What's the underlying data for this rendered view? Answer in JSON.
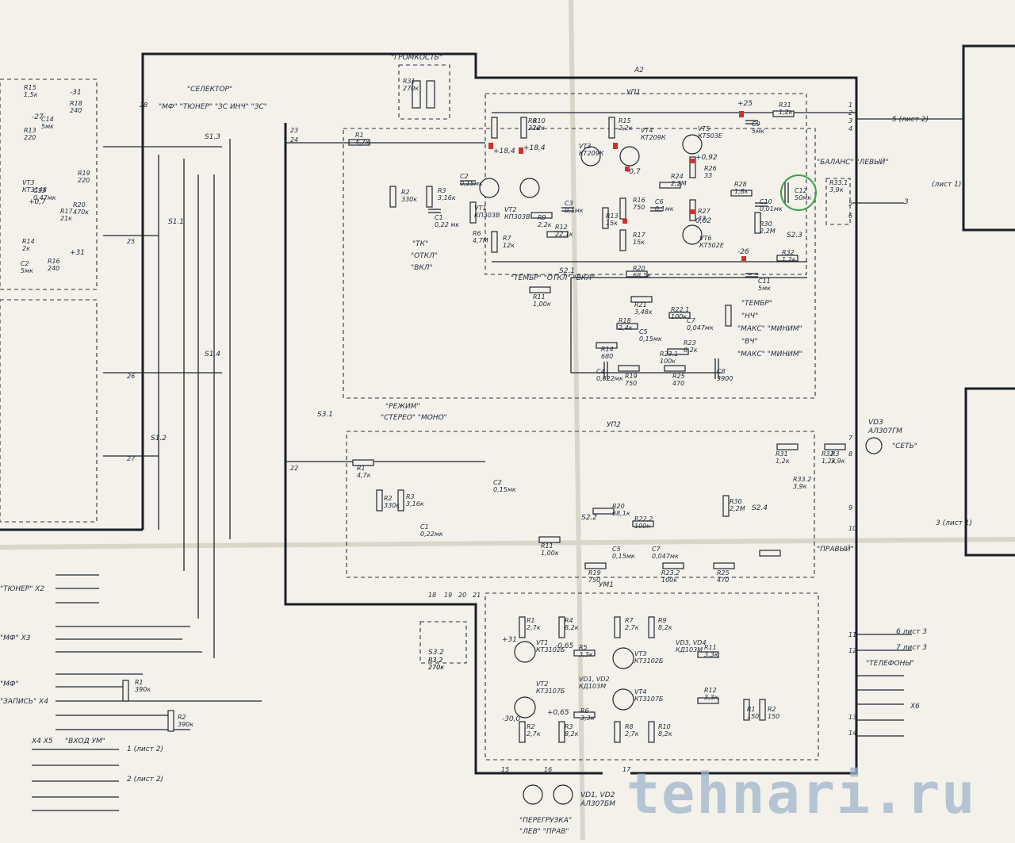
{
  "watermark": "tehnari.ru",
  "blocks": {
    "a2": "A2",
    "up1": "УП1",
    "up2": "УП2",
    "um1": "УМ1"
  },
  "controls": {
    "volume": "\"ГРОМКОСТЬ\"",
    "selector": "\"СЕЛЕКТОР\"",
    "selector_positions": "\"МФ\"  \"ТЮНЕР\"  \"ЗС ИНЧ\" \"ЗС\"",
    "tk_off_on": [
      "\"ТК\"",
      "\"ОТКЛ\"",
      "\"ВКЛ\""
    ],
    "timbre_off_on": "\"ТЕМБР\"      \"ОТКЛ\" \"ВКЛ\"",
    "timbre_labels": [
      "\"ТЕМБР\"",
      "\"НЧ\"",
      "\"МАКС\" \"МИНИМ\"",
      "\"ВЧ\"",
      "\"МАКС\" \"МИНИМ\""
    ],
    "balance_left": "\"БАЛАНС\" \"ЛЕВЫЙ\"",
    "balance_right": "\"ПРАВЫЙ\"",
    "mode": "\"РЕЖИМ\"",
    "mode_positions": "\"СТЕРЕО\" \"МОНО\"",
    "network": "\"СЕТЬ\"",
    "phones": "\"ТЕЛЕФОНЫ\"",
    "overload": "\"ПЕРЕГРУЗКА\"",
    "overload_sides": "\"ЛЕВ\"      \"ПРАВ\"",
    "input_um": "\"ВХОД УМ\"",
    "vd_power": "VD3\nАЛ307ГМ",
    "vd_overload": "VD1, VD2\nАЛ307БМ"
  },
  "connectors": {
    "x2": "\"ТЮНЕР\" X2",
    "x3": "\"МФ\"   X3",
    "x4_mf": "\"МФ\"",
    "x4": "\"ЗАПИСЬ\"  X4",
    "x4x5": "X4 X5",
    "x6": "X6",
    "sheet_refs": [
      "5 (лист 2)",
      "(лист 1)",
      "1 (лист 2)",
      "2 (лист 2)",
      "6 лист 3",
      "7 лист 3",
      "3 (лист 1)",
      "3"
    ]
  },
  "switches": [
    "S1.1",
    "S1.2",
    "S1.3",
    "S1.4",
    "S2.1",
    "S2.2",
    "S2.3",
    "S2.4",
    "S3.1",
    "S3.2"
  ],
  "voltages": [
    "-31",
    "-27",
    "+0,7",
    "+31",
    "+25",
    "-26",
    "+18,4",
    "+18,4",
    "+0,92",
    "-0,7",
    "0,02",
    "-0,65",
    "+0,65",
    "+31",
    "-30,0"
  ],
  "components_up1": [
    {
      "ref": "R1",
      "val": "4,7к"
    },
    {
      "ref": "R2",
      "val": "330к"
    },
    {
      "ref": "R3",
      "val": "3,16к"
    },
    {
      "ref": "C1",
      "val": "0,22 мк"
    },
    {
      "ref": "C2",
      "val": "0,15мк"
    },
    {
      "ref": "VT1",
      "val": "КП303В"
    },
    {
      "ref": "VT2",
      "val": "КП303В"
    },
    {
      "ref": "R6",
      "val": "4,7М"
    },
    {
      "ref": "R7",
      "val": "12к"
    },
    {
      "ref": "R8",
      "val": "22к"
    },
    {
      "ref": "R9",
      "val": "2,2к"
    },
    {
      "ref": "R10",
      "val": "12к"
    },
    {
      "ref": "VT3",
      "val": "КТ209К"
    },
    {
      "ref": "C3",
      "val": "0,1мк"
    },
    {
      "ref": "R12",
      "val": "22,1к"
    },
    {
      "ref": "R13",
      "val": "15к"
    },
    {
      "ref": "R15",
      "val": "2,2к"
    },
    {
      "ref": "VT4",
      "val": "КТ209К"
    },
    {
      "ref": "R16",
      "val": "750"
    },
    {
      "ref": "C6",
      "val": "0,1мк"
    },
    {
      "ref": "R17",
      "val": "15к"
    },
    {
      "ref": "VT5",
      "val": "КТ503Е"
    },
    {
      "ref": "R24",
      "val": "2,2М"
    },
    {
      "ref": "R26",
      "val": "33"
    },
    {
      "ref": "R27",
      "val": "33"
    },
    {
      "ref": "VT6",
      "val": "КТ502Е"
    },
    {
      "ref": "R28",
      "val": "1,8к"
    },
    {
      "ref": "C10",
      "val": "0,01мк"
    },
    {
      "ref": "R30",
      "val": "2,2М"
    },
    {
      "ref": "C12",
      "val": "50мк"
    },
    {
      "ref": "C9",
      "val": "5мк"
    },
    {
      "ref": "R31",
      "val": "1,2к"
    },
    {
      "ref": "R32",
      "val": "1,2к"
    },
    {
      "ref": "C11",
      "val": "5мк"
    },
    {
      "ref": "R20",
      "val": "68,1к"
    },
    {
      "ref": "R11",
      "val": "1,00к"
    },
    {
      "ref": "R21",
      "val": "3,48к"
    },
    {
      "ref": "R22.1",
      "val": "100к"
    },
    {
      "ref": "R18",
      "val": "2,4к"
    },
    {
      "ref": "C5",
      "val": "0,15мк"
    },
    {
      "ref": "C7",
      "val": "0,047мк"
    },
    {
      "ref": "R23",
      "val": "6,2к"
    },
    {
      "ref": "R23.1",
      "val": "100к"
    },
    {
      "ref": "C4",
      "val": "0,022мк"
    },
    {
      "ref": "R19",
      "val": "750"
    },
    {
      "ref": "R25",
      "val": "470"
    },
    {
      "ref": "C8",
      "val": "3900"
    },
    {
      "ref": "R14",
      "val": "680"
    },
    {
      "ref": "R31",
      "val": "270к"
    },
    {
      "ref": "R33.1",
      "val": "3,9к"
    }
  ],
  "components_up2": [
    {
      "ref": "R1",
      "val": "4,7к"
    },
    {
      "ref": "R2",
      "val": "330к"
    },
    {
      "ref": "R3",
      "val": "3,16к"
    },
    {
      "ref": "C1",
      "val": "0,22мк"
    },
    {
      "ref": "C2",
      "val": "0,15мк"
    },
    {
      "ref": "R11",
      "val": "1,00к"
    },
    {
      "ref": "R20",
      "val": "68,1к"
    },
    {
      "ref": "R22.2",
      "val": "100к"
    },
    {
      "ref": "C5",
      "val": "0,15мк"
    },
    {
      "ref": "C7",
      "val": "0,047мк"
    },
    {
      "ref": "R19",
      "val": "750"
    },
    {
      "ref": "R23.2",
      "val": "100к"
    },
    {
      "ref": "R25",
      "val": "470"
    },
    {
      "ref": "R30",
      "val": "2,2М"
    },
    {
      "ref": "R31",
      "val": "1,2к"
    },
    {
      "ref": "R32",
      "val": "1,2к"
    },
    {
      "ref": "R3",
      "val": "3,9к"
    },
    {
      "ref": "R33.2",
      "val": "3,9к"
    },
    {
      "ref": "R3.2",
      "val": "270к"
    }
  ],
  "components_um1": [
    {
      "ref": "R1",
      "val": "2,7к"
    },
    {
      "ref": "R4",
      "val": "8,2к"
    },
    {
      "ref": "VT1",
      "val": "КТ3102Б"
    },
    {
      "ref": "R5",
      "val": "3,3к"
    },
    {
      "ref": "VD1, VD2",
      "val": "КД103М"
    },
    {
      "ref": "VT2",
      "val": "КТ3107Б"
    },
    {
      "ref": "R6",
      "val": "3,3к"
    },
    {
      "ref": "R2",
      "val": "2,7к"
    },
    {
      "ref": "R3",
      "val": "8,2к"
    },
    {
      "ref": "R7",
      "val": "2,7к"
    },
    {
      "ref": "R9",
      "val": "8,2к"
    },
    {
      "ref": "VT3",
      "val": "КТ3102Б"
    },
    {
      "ref": "VD3, VD4",
      "val": "КД103М"
    },
    {
      "ref": "R11",
      "val": "3,3к"
    },
    {
      "ref": "VT4",
      "val": "КТ3107Б"
    },
    {
      "ref": "R12",
      "val": "3,3к"
    },
    {
      "ref": "R8",
      "val": "2,7к"
    },
    {
      "ref": "R10",
      "val": "8,2к"
    },
    {
      "ref": "R1",
      "val": "150"
    },
    {
      "ref": "R2",
      "val": "150"
    }
  ],
  "components_left": [
    {
      "ref": "R15",
      "val": "1,5к"
    },
    {
      "ref": "C14",
      "val": "5мк"
    },
    {
      "ref": "R13",
      "val": "220"
    },
    {
      "ref": "R18",
      "val": "240"
    },
    {
      "ref": "VT3",
      "val": "КТ3148"
    },
    {
      "ref": "R19",
      "val": "220"
    },
    {
      "ref": "C13",
      "val": "0,47мк"
    },
    {
      "ref": "R17",
      "val": "21к"
    },
    {
      "ref": "R20",
      "val": "470к"
    },
    {
      "ref": "R14",
      "val": "2к"
    },
    {
      "ref": "R16",
      "val": "240"
    },
    {
      "ref": "C2",
      "val": "5мк"
    },
    {
      "ref": "R1",
      "val": "390к"
    },
    {
      "ref": "R2",
      "val": "390к"
    },
    {
      "ref": "R3.2",
      "val": "270к"
    }
  ],
  "pins": [
    "1",
    "2",
    "3",
    "4",
    "5",
    "6",
    "7",
    "8",
    "9",
    "10",
    "11",
    "12",
    "13",
    "14",
    "15",
    "16",
    "17",
    "18",
    "19",
    "20",
    "21",
    "22",
    "23",
    "24",
    "25",
    "26",
    "27",
    "28"
  ]
}
